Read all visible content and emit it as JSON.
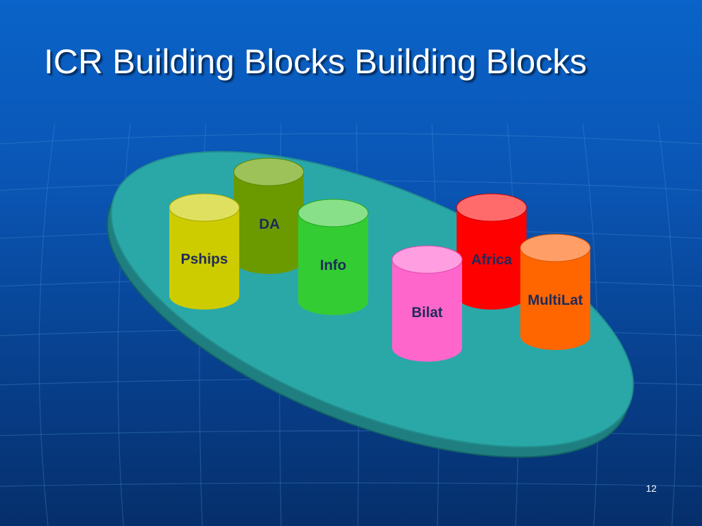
{
  "slide": {
    "title": "ICR Building Blocks Building Blocks",
    "page_number": "12"
  },
  "diagram": {
    "blocks": [
      {
        "id": "da",
        "label": "DA",
        "body_color": "#6b9a00",
        "top_color": "#9dc25a",
        "label_color": "#1f2a5a"
      },
      {
        "id": "pships",
        "label": "Pships",
        "body_color": "#cccc00",
        "top_color": "#e0e060",
        "label_color": "#1f2a5a"
      },
      {
        "id": "info",
        "label": "Info",
        "body_color": "#33cc33",
        "top_color": "#88e088",
        "label_color": "#1f2a5a"
      },
      {
        "id": "africa",
        "label": "Africa",
        "body_color": "#ff0000",
        "top_color": "#ff6b6b",
        "label_color": "#1f2a5a"
      },
      {
        "id": "bilat",
        "label": "Bilat",
        "body_color": "#ff66cc",
        "top_color": "#ff9ee0",
        "label_color": "#1f2a5a"
      },
      {
        "id": "multilat",
        "label": "MultiLat",
        "body_color": "#ff6600",
        "top_color": "#ff9e66",
        "label_color": "#1f2a5a"
      }
    ],
    "platform_color": "#2aa8a8",
    "platform_edge_color": "#1f7f80"
  }
}
